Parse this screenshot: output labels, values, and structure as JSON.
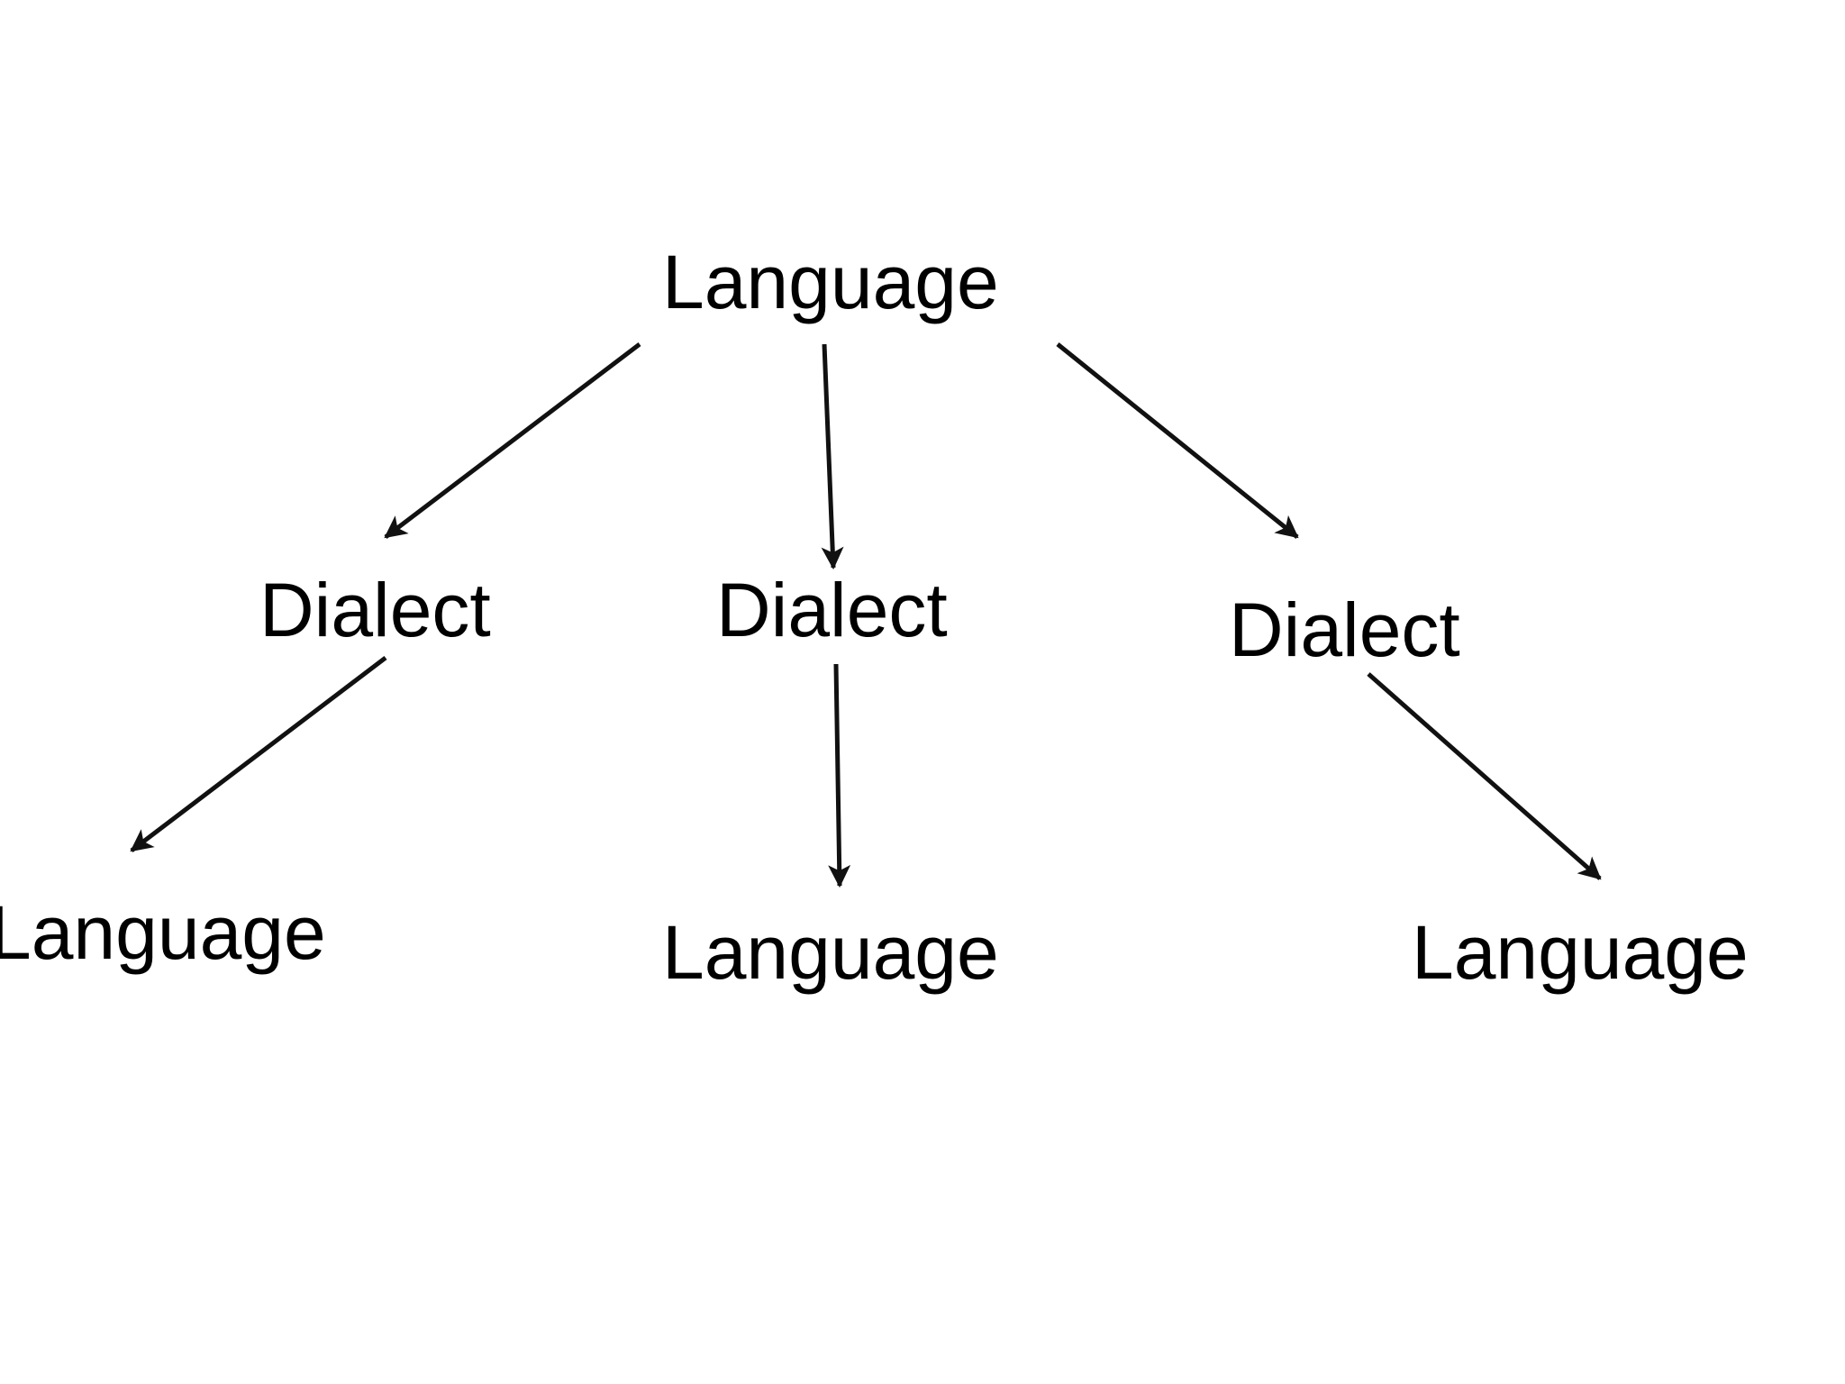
{
  "colors": {
    "background": "#ffffff",
    "text": "#000000",
    "edge": "#111111"
  },
  "nodes": {
    "root": {
      "label": "Language"
    },
    "dialect_left": {
      "label": "Dialect"
    },
    "dialect_middle": {
      "label": "Dialect"
    },
    "dialect_right": {
      "label": "Dialect"
    },
    "language_left": {
      "label": "Language"
    },
    "language_middle": {
      "label": "Language"
    },
    "language_right": {
      "label": "Language"
    }
  },
  "edges": [
    {
      "from": "root",
      "to": "dialect_left"
    },
    {
      "from": "root",
      "to": "dialect_middle"
    },
    {
      "from": "root",
      "to": "dialect_right"
    },
    {
      "from": "dialect_left",
      "to": "language_left"
    },
    {
      "from": "dialect_middle",
      "to": "language_middle"
    },
    {
      "from": "dialect_right",
      "to": "language_right"
    }
  ]
}
